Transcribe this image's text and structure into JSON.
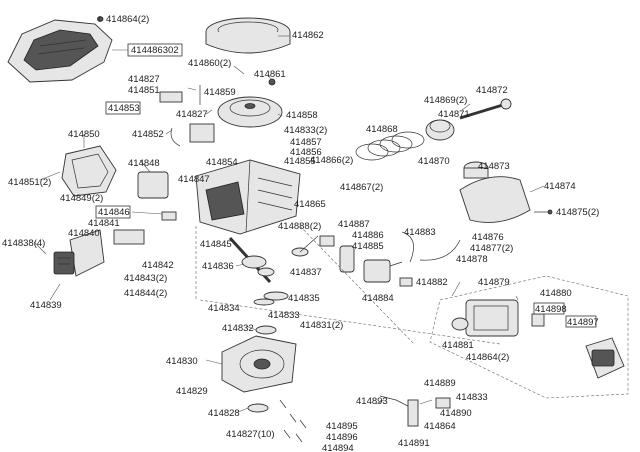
{
  "labels": {
    "l414864_2a": "414864(2)",
    "l414862": "414862",
    "l414486302": "414486302",
    "l414860_2": "414860(2)",
    "l414861": "414861",
    "l414827a": "414827",
    "l414851": "414851",
    "l414859": "414859",
    "l414853": "414853",
    "l414827b": "414827",
    "l414858": "414858",
    "l414869_2": "414869(2)",
    "l414872": "414872",
    "l414871": "414871",
    "l414833_2a": "414833(2)",
    "l414852": "414852",
    "l414857": "414857",
    "l414856": "414856",
    "l414855": "414855",
    "l414854": "414854",
    "l414850": "414850",
    "l414868": "414868",
    "l414870": "414870",
    "l414866_2": "414866(2)",
    "l414848": "414848",
    "l414873": "414873",
    "l414851_2": "414851(2)",
    "l414847": "414847",
    "l414867_2": "414867(2)",
    "l414874": "414874",
    "l414849_2": "414849(2)",
    "l414865": "414865",
    "l414846": "414846",
    "l414875_2": "414875(2)",
    "l414841": "414841",
    "l414888_2": "414888(2)",
    "l414887": "414887",
    "l414840": "414840",
    "l414886": "414886",
    "l414883": "414883",
    "l414876": "414876",
    "l414838_4": "414838(4)",
    "l414845": "414845",
    "l414885": "414885",
    "l414877_2": "414877(2)",
    "l414878": "414878",
    "l414842": "414842",
    "l414836": "414836",
    "l414837": "414837",
    "l414843_2": "414843(2)",
    "l414879": "414879",
    "l414882": "414882",
    "l414880": "414880",
    "l414844_2": "414844(2)",
    "l414835": "414835",
    "l414884": "414884",
    "l414839": "414839",
    "l414834": "414834",
    "l414898": "414898",
    "l414833b": "414833",
    "l414897": "414897",
    "l414831_2": "414831(2)",
    "l414832": "414832",
    "l414881": "414881",
    "l414864_2b": "414864(2)",
    "l414830": "414830",
    "l414889": "414889",
    "l414829": "414829",
    "l414833c": "414833",
    "l414893": "414893",
    "l414890": "414890",
    "l414828": "414828",
    "l414864": "414864",
    "l414895": "414895",
    "l414896": "414896",
    "l414827_10": "414827(10)",
    "l414894": "414894",
    "l414891": "414891"
  }
}
